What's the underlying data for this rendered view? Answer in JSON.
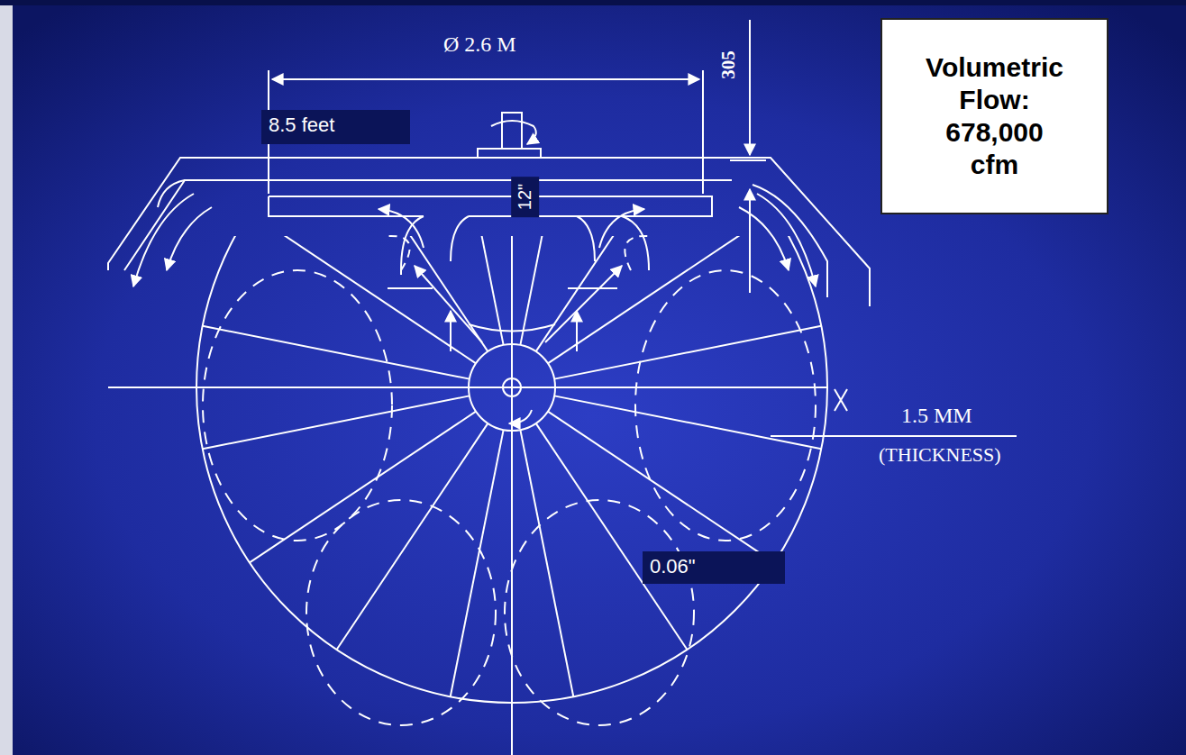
{
  "diagram": {
    "nodes": [
      {
        "text": [
          "Volumetric Flow: 678,000 cfm"
        ]
      }
    ],
    "labels": [
      "Ø 2.6 M",
      "8.5 feet",
      "305",
      "12\"",
      "1.5 MM",
      "(THICKNESS)",
      "0.06\""
    ]
  }
}
